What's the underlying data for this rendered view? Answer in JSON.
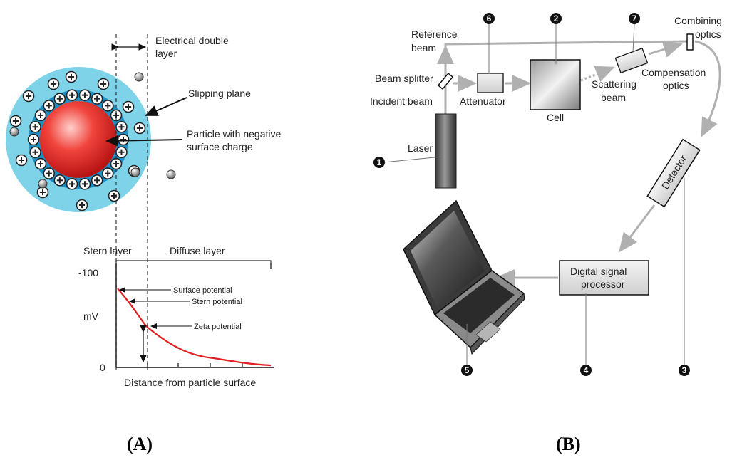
{
  "panel_a": {
    "edl_label_1": "Electrical double",
    "edl_label_2": "layer",
    "slipping_plane": "Slipping plane",
    "particle_label_1": "Particle with negative",
    "particle_label_2": "surface charge",
    "stern_layer": "Stern layer",
    "diffuse_layer": "Diffuse layer",
    "y_tick_top": "-100",
    "y_unit": "mV",
    "y_tick_bottom": "0",
    "x_axis_label": "Distance from particle surface",
    "surface_potential": "Surface potential",
    "stern_potential": "Stern potential",
    "zeta_potential": "Zeta potential",
    "caption": "(A)",
    "colors": {
      "particle": "#e0262a",
      "outer_layer": "#7fd3e8",
      "stern_layer": "#1e8fc4",
      "curve": "#e02020"
    }
  },
  "panel_b": {
    "reference_beam_1": "Reference",
    "reference_beam_2": "beam",
    "beam_splitter": "Beam splitter",
    "incident_beam": "Incident beam",
    "attenuator": "Attenuator",
    "cell": "Cell",
    "scattering_beam_1": "Scattering",
    "scattering_beam_2": "beam",
    "compensation_optics_1": "Compensation",
    "compensation_optics_2": "optics",
    "combining_optics_1": "Combining",
    "combining_optics_2": "optics",
    "laser": "Laser",
    "detector": "Detector",
    "dsp_1": "Digital signal",
    "dsp_2": "processor",
    "markers": [
      "1",
      "2",
      "3",
      "4",
      "5",
      "6",
      "7"
    ],
    "caption": "(B)"
  }
}
